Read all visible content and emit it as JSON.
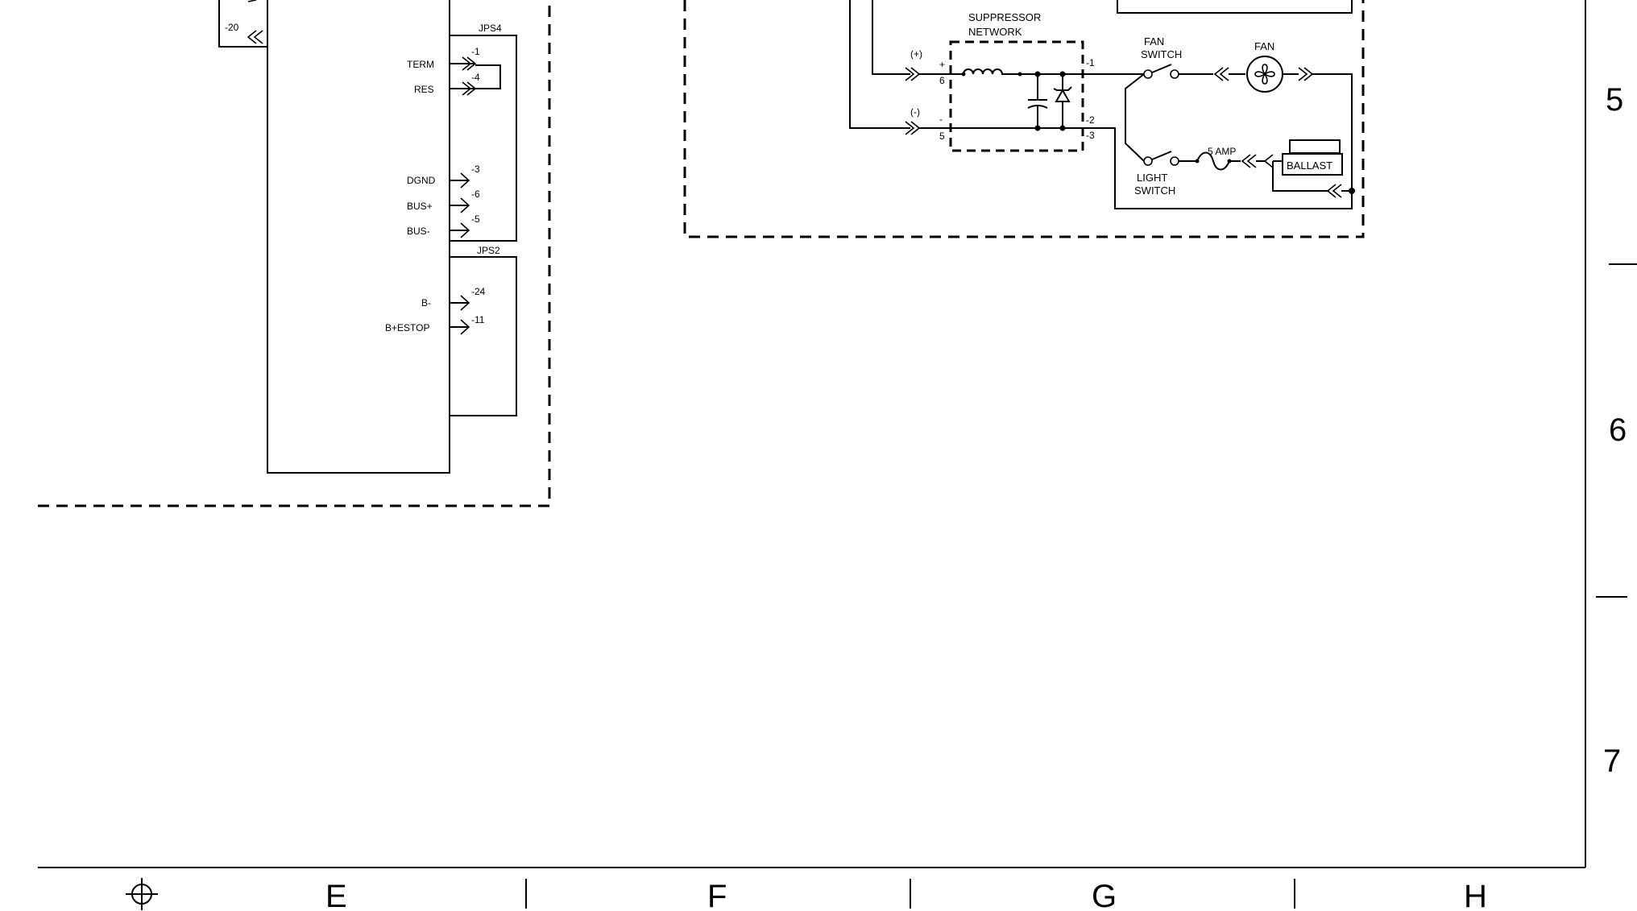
{
  "controller": {
    "pin_20": "-20",
    "jps4": {
      "title": "JPS4",
      "term_label": "TERM",
      "term_pin": "-1",
      "res_label": "RES",
      "res_pin": "-4",
      "dgnd_label": "DGND",
      "dgnd_pin": "-3",
      "busp_label": "BUS+",
      "busp_pin": "-6",
      "busn_label": "BUS-",
      "busn_pin": "-5"
    },
    "jps2": {
      "title": "JPS2",
      "bneg_label": "B-",
      "bneg_pin": "-24",
      "bestop_label": "B+ESTOP",
      "bestop_pin": "-11"
    }
  },
  "power_panel": {
    "suppressor_title": "SUPPRESSOR",
    "suppressor_title2": "NETWORK",
    "pos_label": "(+)",
    "neg_label": "(-)",
    "plus_sign": "+",
    "minus_sign": "-",
    "pin_6": "6",
    "pin_5": "5",
    "out_1": "-1",
    "out_2": "-2",
    "out_3": "-3",
    "fan_switch": "FAN",
    "fan_switch2": "SWITCH",
    "fan": "FAN",
    "light_switch": "LIGHT",
    "light_switch2": "SWITCH",
    "fuse": "5 AMP",
    "ballast": "BALLAST"
  },
  "zones": {
    "rows": [
      "5",
      "6",
      "7"
    ],
    "cols": [
      "E",
      "F",
      "G",
      "H"
    ]
  }
}
